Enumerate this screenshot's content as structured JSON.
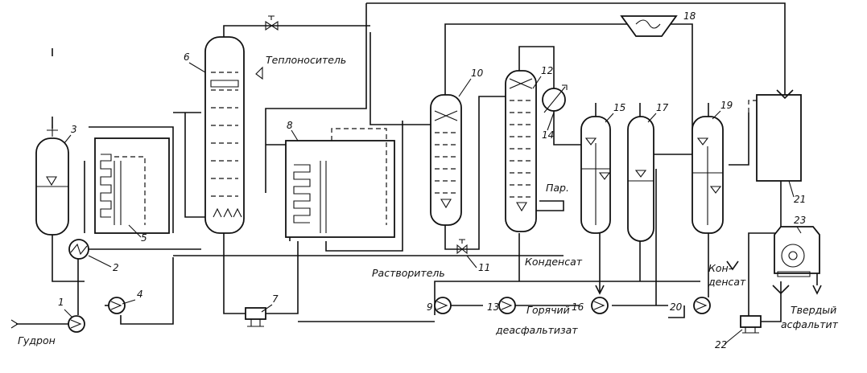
{
  "numbers": {
    "n1": "1",
    "n2": "2",
    "n3": "3",
    "n4": "4",
    "n5": "5",
    "n6": "6",
    "n7": "7",
    "n8": "8",
    "n9": "9",
    "n10": "10",
    "n11": "11",
    "n12": "12",
    "n13": "13",
    "n14": "14",
    "n15": "15",
    "n16": "16",
    "n17": "17",
    "n18": "18",
    "n19": "19",
    "n20": "20",
    "n21": "21",
    "n22": "22",
    "n23": "23"
  },
  "labels": {
    "heat_carrier": "Теплоноситель",
    "steam": "Пар.",
    "solvent": "Растворитель",
    "condensate": "Конденсат",
    "condensate_split_1": "Кон-",
    "condensate_split_2": "денсат",
    "hot_1": "Горячий",
    "hot_2": "деасфальтизат",
    "tar": "Гудрон",
    "solid_1": "Твердый",
    "solid_2": "асфальтит"
  }
}
